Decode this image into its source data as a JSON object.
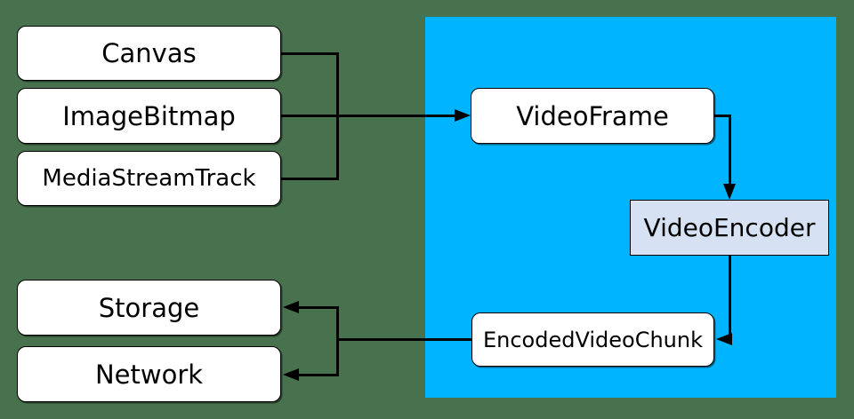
{
  "diagram": {
    "type": "flow-diagram",
    "description_visible": false,
    "nodes": {
      "canvas": {
        "label": "Canvas",
        "shape": "rounded",
        "fill": "#FFFFFF"
      },
      "image_bitmap": {
        "label": "ImageBitmap",
        "shape": "rounded",
        "fill": "#FFFFFF"
      },
      "media_stream_track": {
        "label": "MediaStreamTrack",
        "shape": "rounded",
        "fill": "#FFFFFF"
      },
      "video_frame": {
        "label": "VideoFrame",
        "shape": "rounded",
        "fill": "#FFFFFF"
      },
      "video_encoder": {
        "label": "VideoEncoder",
        "shape": "rectangle",
        "fill": "#D6E2F3"
      },
      "encoded_video_chunk": {
        "label": "EncodedVideoChunk",
        "shape": "rounded",
        "fill": "#FFFFFF"
      },
      "storage": {
        "label": "Storage",
        "shape": "rounded",
        "fill": "#FFFFFF"
      },
      "network": {
        "label": "Network",
        "shape": "rounded",
        "fill": "#FFFFFF"
      }
    },
    "edges": [
      {
        "from": "Canvas",
        "to": "VideoFrame",
        "arrow": true
      },
      {
        "from": "ImageBitmap",
        "to": "VideoFrame",
        "arrow": true
      },
      {
        "from": "MediaStreamTrack",
        "to": "VideoFrame",
        "arrow": true
      },
      {
        "from": "VideoFrame",
        "to": "VideoEncoder",
        "arrow": true
      },
      {
        "from": "VideoEncoder",
        "to": "EncodedVideoChunk",
        "arrow": true
      },
      {
        "from": "EncodedVideoChunk",
        "to": "Storage",
        "arrow": true
      },
      {
        "from": "EncodedVideoChunk",
        "to": "Network",
        "arrow": true
      }
    ],
    "regions": [
      {
        "name": "blue-region",
        "fill": "#00B4FF",
        "contains": [
          "VideoFrame",
          "VideoEncoder",
          "EncodedVideoChunk"
        ]
      }
    ]
  },
  "colors": {
    "background": "#48714D",
    "region": "#00B4FF",
    "node_fill": "#FFFFFF",
    "encoder_fill": "#D6E2F3",
    "line": "#000000"
  }
}
